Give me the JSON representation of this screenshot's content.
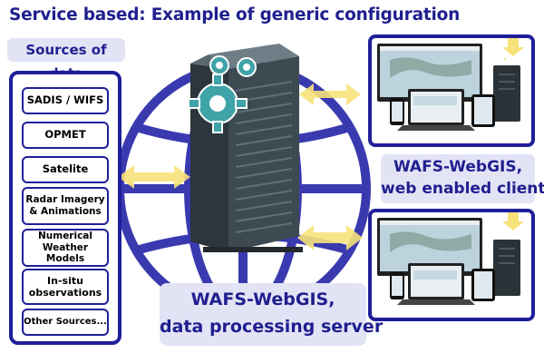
{
  "title": "Service based: Example of generic configuration",
  "sources": {
    "heading": "Sources of data",
    "items": [
      {
        "label": "SADIS / WIFS"
      },
      {
        "label": "OPMET"
      },
      {
        "label": "Satelite"
      },
      {
        "label": "Radar Imagery & Animations"
      },
      {
        "label": "Numerical Weather Models"
      },
      {
        "label": "In-situ observations"
      },
      {
        "label": "Other Sources..."
      }
    ]
  },
  "clients": {
    "line1": "WAFS-WebGIS,",
    "line2": "web enabled clients"
  },
  "server": {
    "line1": "WAFS-WebGIS,",
    "line2": "data processing server"
  },
  "colors": {
    "globe": "#3a3ab0",
    "box_border": "#1f1f9a",
    "label_bg": "#e3e3f6",
    "label_text": "#1f1f8f",
    "arrow": "#f7e27a",
    "server_body": "#4b5962",
    "gear": "#3fa3a8"
  },
  "icons": [
    "globe-icon",
    "server-tower-icon",
    "gear-icon",
    "double-arrow-icon",
    "download-arrow-icon",
    "laptop-icon",
    "monitor-icon",
    "tablet-icon",
    "phone-icon",
    "pc-tower-icon"
  ]
}
